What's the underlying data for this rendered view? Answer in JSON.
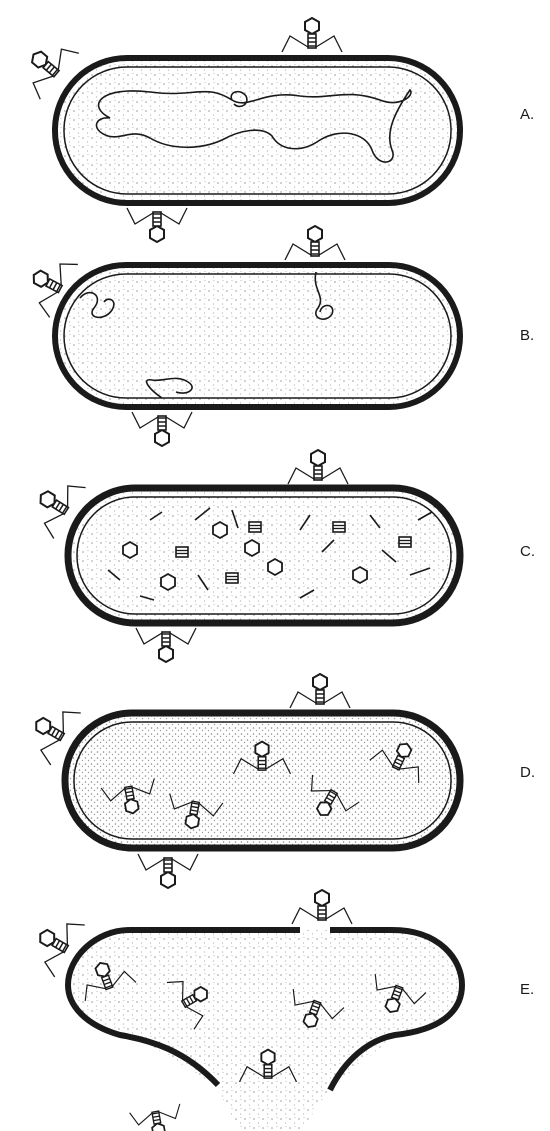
{
  "stages": [
    {
      "id": "A",
      "label": "A."
    },
    {
      "id": "B",
      "label": "B."
    },
    {
      "id": "C",
      "label": "C."
    },
    {
      "id": "D",
      "label": "D."
    },
    {
      "id": "E",
      "label": "E."
    }
  ],
  "colors": {
    "ink": "#1a1a1a",
    "cytoplasm_stipple": "#9a9a9a",
    "background": "#ffffff"
  }
}
